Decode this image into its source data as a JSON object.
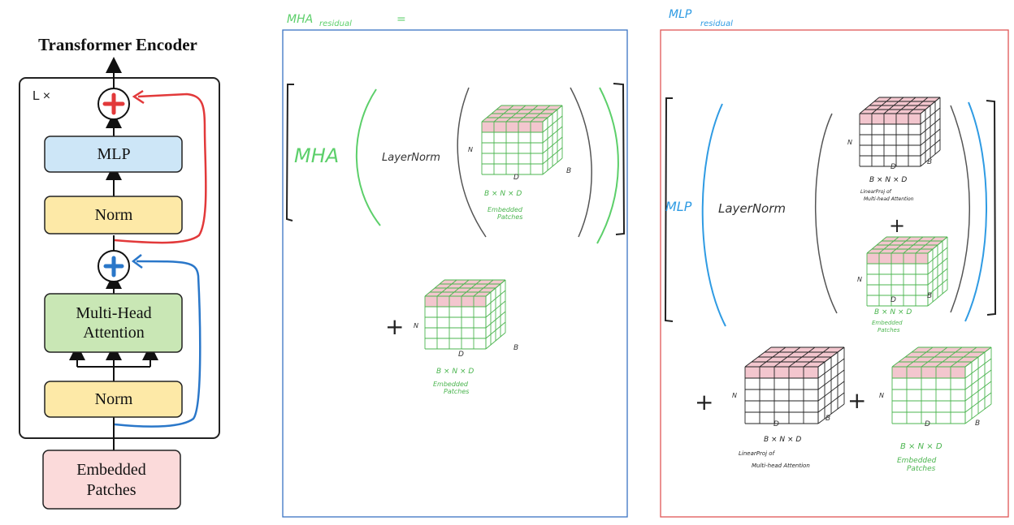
{
  "encoder": {
    "title": "Transformer Encoder",
    "repeat": "L ×",
    "mlp": "MLP",
    "norm_top": "Norm",
    "mha_line1": "Multi-Head",
    "mha_line2": "Attention",
    "norm_bottom": "Norm",
    "embedded_line1": "Embedded",
    "embedded_line2": "Patches"
  },
  "mha_panel": {
    "label_main": "MHA",
    "label_sub": "residual",
    "label_eq": "=",
    "mha_text": "MHA",
    "layernorm_text": "LayerNorm",
    "plus": "+",
    "dims": "B × N × D",
    "embedded_line1": "Embedded",
    "embedded_line2": "Patches",
    "axis_n": "N",
    "axis_d": "D",
    "axis_b": "B"
  },
  "mlp_panel": {
    "label_main": "MLP",
    "label_sub": "residual",
    "mlp_text": "MLP",
    "layernorm_text": "LayerNorm",
    "plus": "+",
    "dims": "B × N × D",
    "proj_line1": "LinearProj of",
    "proj_line2": "Multi-head Attention",
    "embedded_line1": "Embedded",
    "embedded_line2": "Patches",
    "axis_n": "N",
    "axis_d": "D",
    "axis_b": "B"
  },
  "colors": {
    "mha_green": "#5ccf6a",
    "mlp_blue": "#2f9be3",
    "residual_red": "#e2393a",
    "residual_blue": "#2a77c9",
    "mlp_box": "#cde6f7",
    "norm_box": "#fde9a7",
    "mha_box": "#c9e7b5",
    "embed_box": "#fbdada",
    "panel_blue": "#3a74c2",
    "panel_red": "#e05656",
    "highlight": "#f3c6ce"
  }
}
